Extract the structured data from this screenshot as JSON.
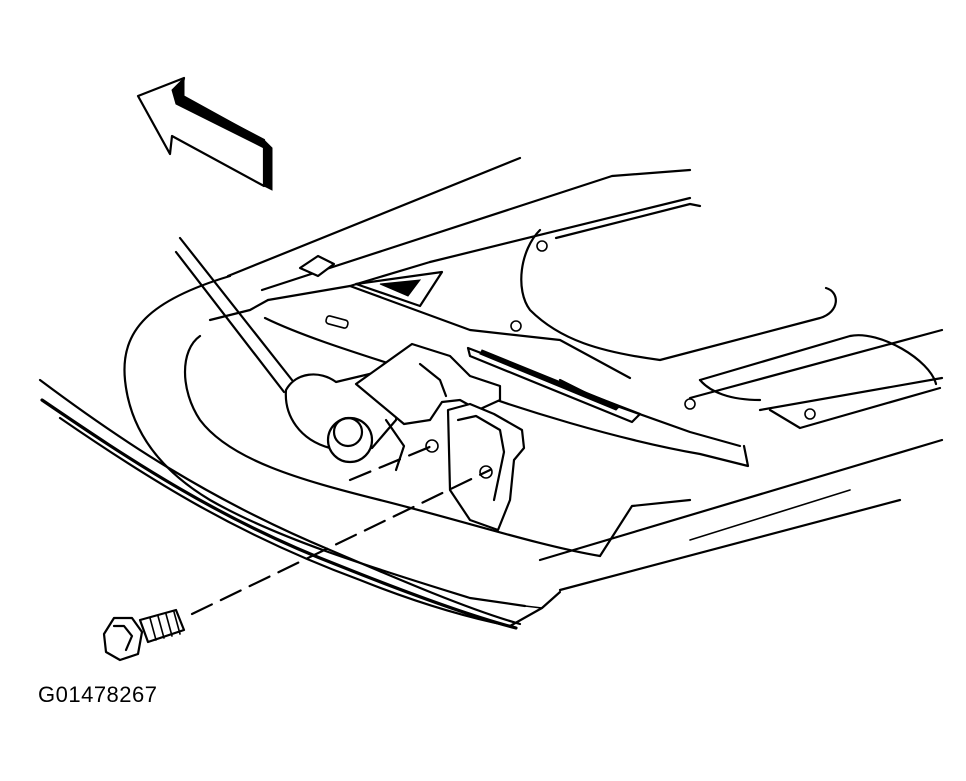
{
  "figure": {
    "id": "G01478267"
  },
  "colors": {
    "line": "#000000",
    "background": "#ffffff"
  },
  "icons": [
    "direction-arrow",
    "hood-panel",
    "hood-latch",
    "bolt",
    "release-cable"
  ]
}
